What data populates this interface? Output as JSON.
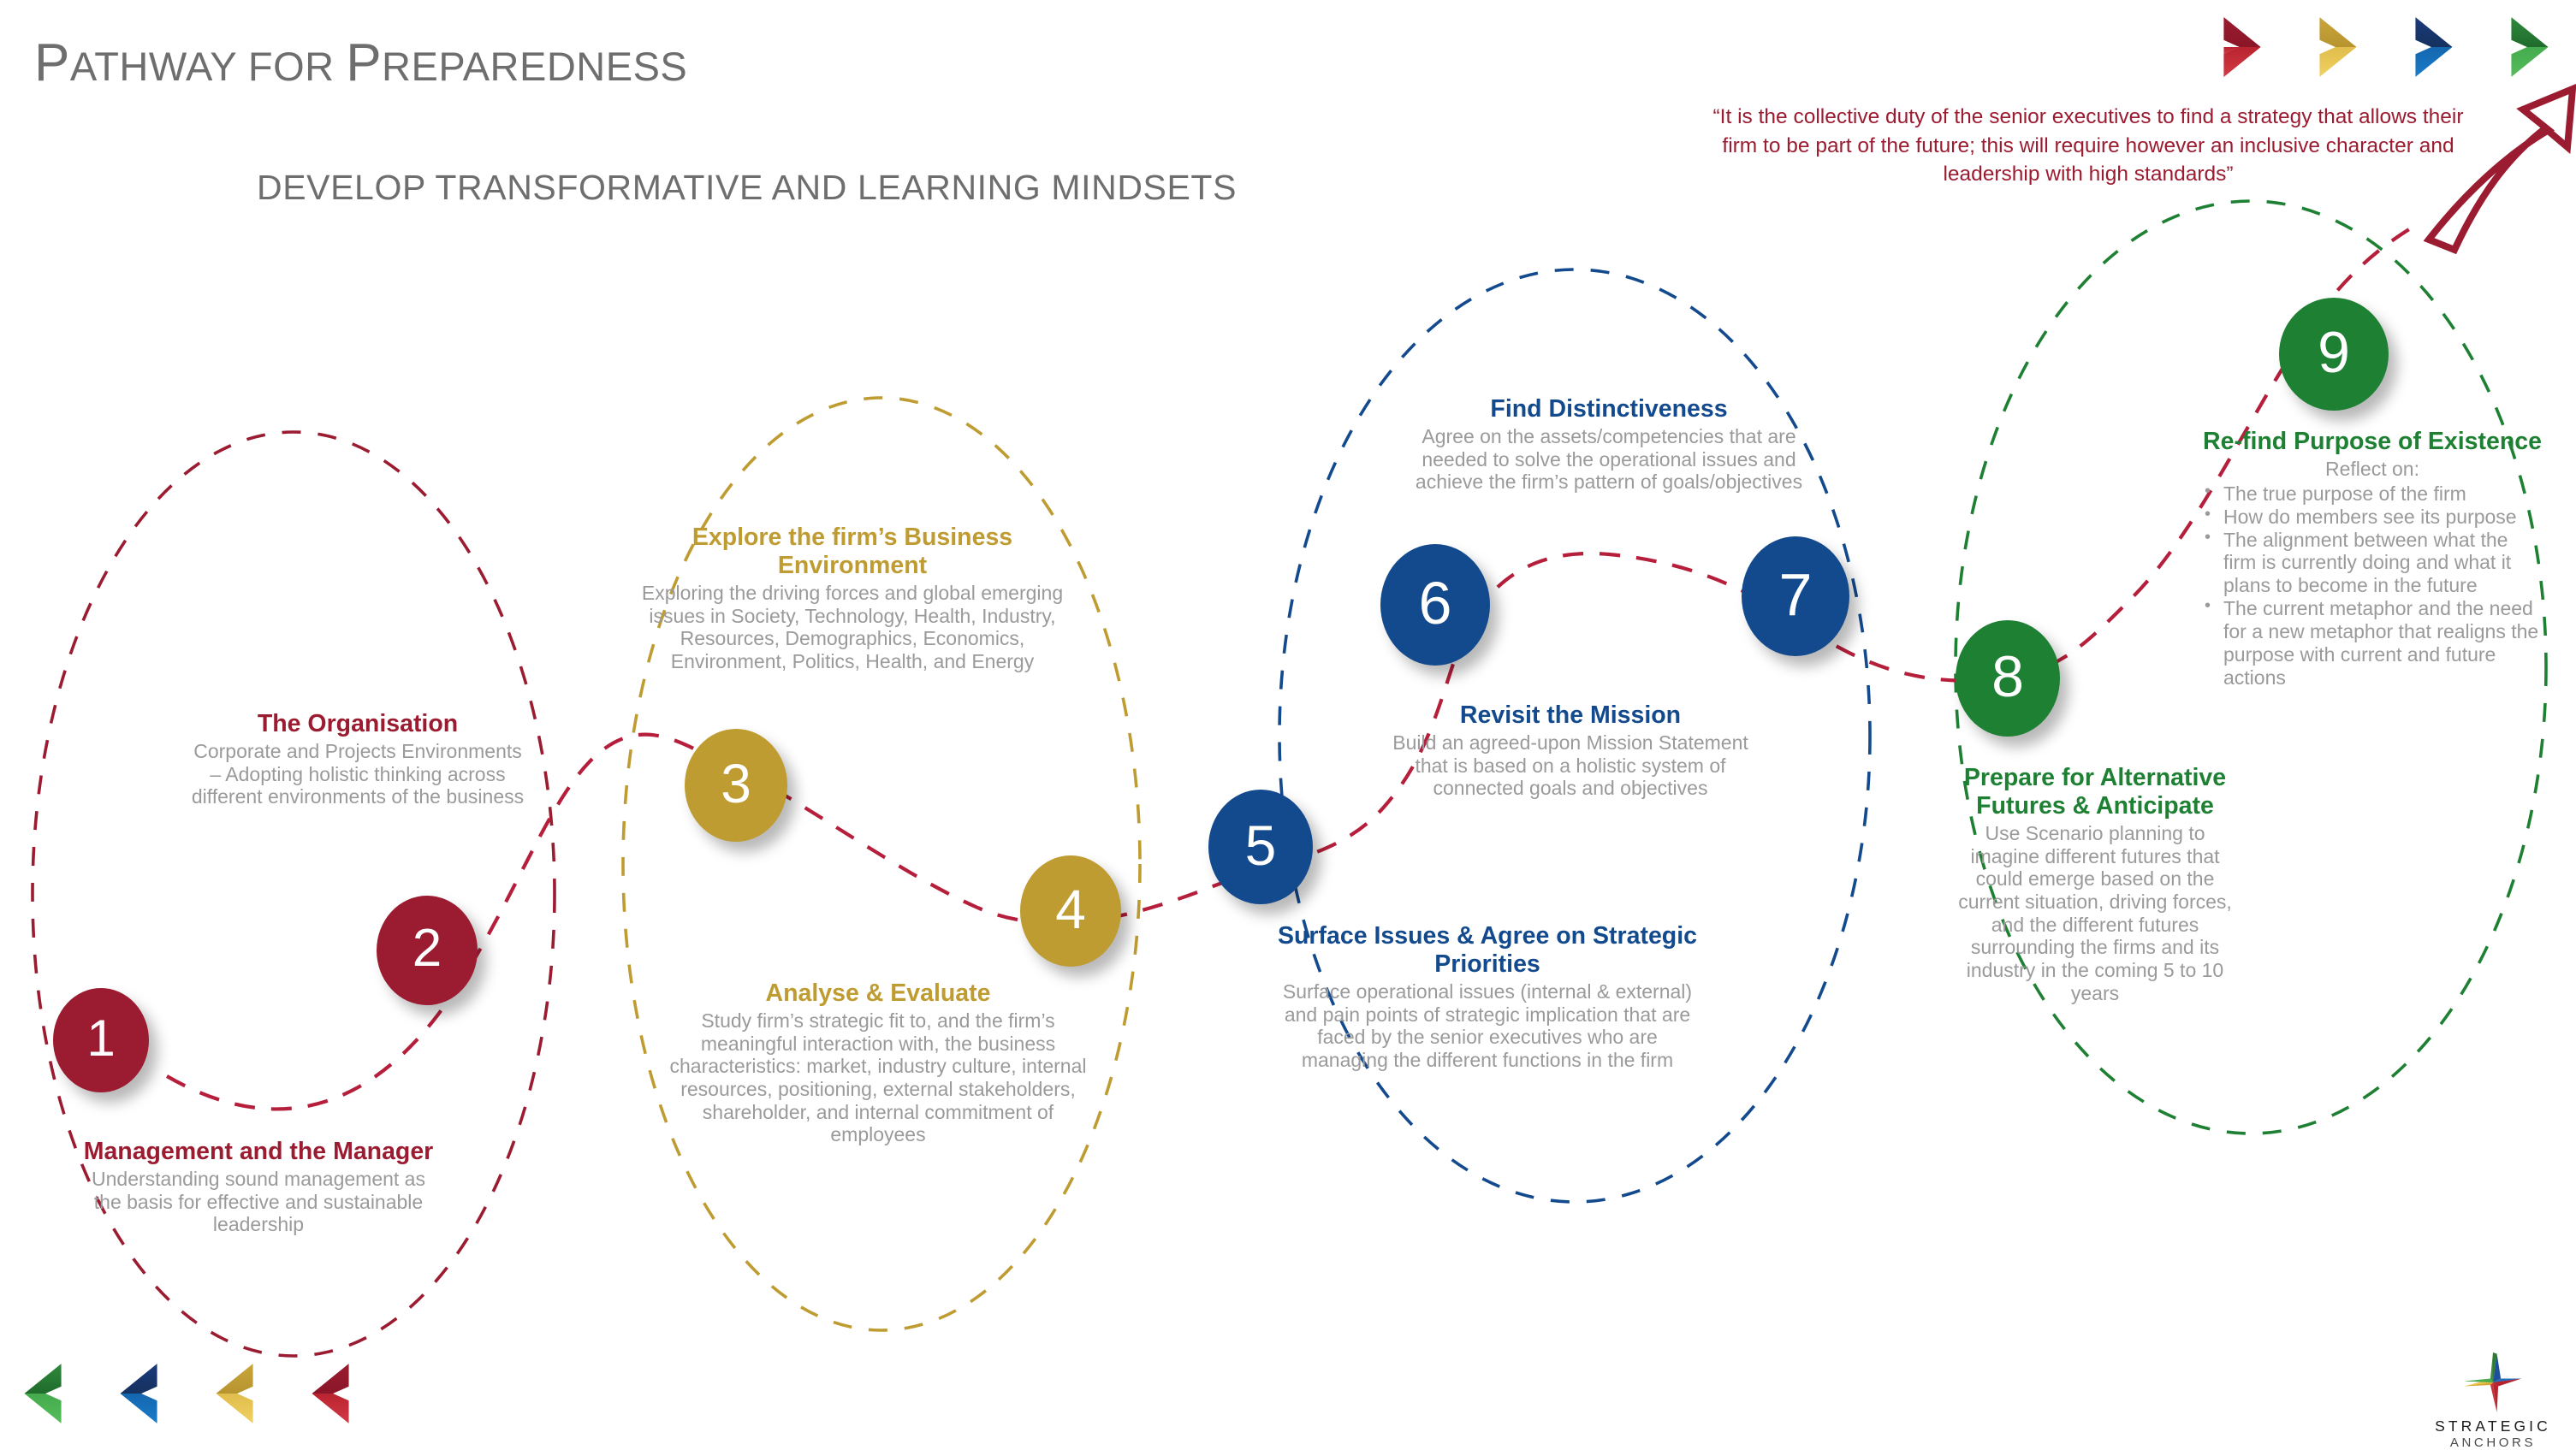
{
  "header": {
    "title_part1_cap": "P",
    "title_part1_rest": "ATHWAY FOR ",
    "title_part2_cap": "P",
    "title_part2_rest": "REPAREDNESS",
    "title_full": "Pathway for Preparedness",
    "subtitle": "DEVELOP TRANSFORMATIVE AND LEARNING MINDSETS",
    "quote": "“It is the collective duty of the senior executives to find a strategy that allows their firm to be part of the future; this will require however an inclusive character and leadership with high standards”"
  },
  "colors": {
    "red": "#9b1b30",
    "red_bright": "#c1323f",
    "gold": "#bf9c31",
    "gold_bright": "#e8c451",
    "blue": "#134a8e",
    "blue_bright": "#1a6cb5",
    "green": "#1e8033",
    "green_bright": "#4aab4f",
    "grey_text": "#9a9a9a",
    "heading_grey": "#6e6e6e"
  },
  "chevrons": {
    "top_right": [
      "red",
      "gold",
      "blue",
      "green"
    ],
    "bottom_left": [
      "green",
      "blue",
      "gold",
      "red"
    ]
  },
  "steps": [
    {
      "number": "1",
      "color_key": "red",
      "title": "Management and the Manager",
      "body": "Understanding sound management as the basis for effective and sustainable leadership"
    },
    {
      "number": "2",
      "color_key": "red",
      "title": "The Organisation",
      "body": "Corporate and Projects Environments – Adopting holistic thinking across different environments of the business"
    },
    {
      "number": "3",
      "color_key": "gold",
      "title": "Explore the firm’s Business Environment",
      "body": "Exploring the driving forces and global emerging issues in Society, Technology, Health, Industry, Resources, Demographics, Economics, Environment, Politics, Health, and Energy"
    },
    {
      "number": "4",
      "color_key": "gold",
      "title": "Analyse & Evaluate",
      "body": "Study firm’s strategic fit to, and the firm’s meaningful interaction with, the business characteristics: market, industry culture, internal resources, positioning, external stakeholders, shareholder, and internal commitment of employees"
    },
    {
      "number": "5",
      "color_key": "blue",
      "title": "Surface Issues & Agree on Strategic Priorities",
      "body": "Surface operational issues (internal & external) and pain points of strategic implication that are faced by the senior executives who are managing the different functions in the firm"
    },
    {
      "number": "6",
      "color_key": "blue",
      "title": "Revisit the Mission",
      "body": "Build an agreed-upon Mission Statement that is based on a holistic system of connected goals and objectives"
    },
    {
      "number": "7",
      "color_key": "blue",
      "title": "Find Distinctiveness",
      "body": "Agree on the assets/competencies that are needed to solve the operational issues and achieve the firm’s pattern of goals/objectives"
    },
    {
      "number": "8",
      "color_key": "green",
      "title": "Prepare for Alternative Futures & Anticipate",
      "body": "Use Scenario planning to imagine different futures that could emerge based on the current situation, driving forces, and the different futures surrounding the firms and its industry in the coming 5 to 10 years"
    },
    {
      "number": "9",
      "color_key": "green",
      "title": "Re-find Purpose of Existence",
      "body": "Reflect on:",
      "bullets": [
        "The true purpose of the firm",
        "How do members see its purpose",
        "The alignment between what the firm is currently doing and what it plans to become in the future",
        "The current metaphor and the need for a new metaphor that realigns the purpose with current and future actions"
      ]
    }
  ],
  "logo": {
    "line1": "STRATEGIC",
    "line2": "ANCHORS"
  }
}
